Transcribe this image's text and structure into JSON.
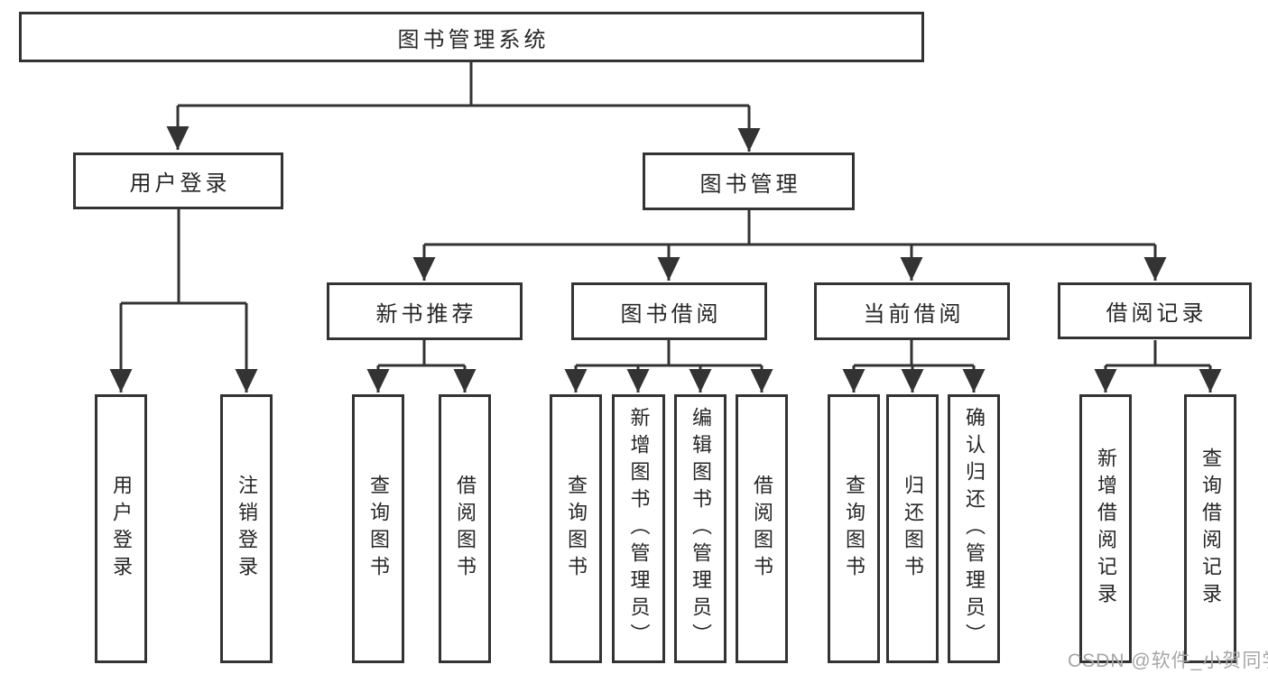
{
  "diagram": {
    "title": "图书管理系统"
  },
  "nodes": {
    "root": {
      "label": "图书管理系统"
    },
    "user_login": {
      "label": "用户登录"
    },
    "book_management": {
      "label": "图书管理"
    },
    "new_book_recommend": {
      "label": "新书推荐"
    },
    "book_borrow": {
      "label": "图书借阅"
    },
    "current_borrow": {
      "label": "当前借阅"
    },
    "borrow_records": {
      "label": "借阅记录"
    },
    "leaf_user_login": {
      "label": "用户登录"
    },
    "leaf_logout": {
      "label": "注销登录"
    },
    "leaf_recommend_query_books": {
      "label": "查询图书"
    },
    "leaf_recommend_borrow_books": {
      "label": "借阅图书"
    },
    "leaf_borrow_query_books": {
      "label": "查询图书"
    },
    "leaf_borrow_add_books": {
      "label": "新增图书（管理员）"
    },
    "leaf_borrow_edit_books": {
      "label": "编辑图书（管理员）"
    },
    "leaf_borrow_borrow_books": {
      "label": "借阅图书"
    },
    "leaf_current_query_books": {
      "label": "查询图书"
    },
    "leaf_current_return_books": {
      "label": "归还图书"
    },
    "leaf_current_confirm_return": {
      "label": "确认归还（管理员）"
    },
    "leaf_records_add_record": {
      "label": "新增借阅记录"
    },
    "leaf_records_query_record": {
      "label": "查询借阅记录"
    }
  },
  "watermark": {
    "text": "CSDN @软件_小贺同学"
  },
  "colors": {
    "line": "#333333",
    "text": "#262626",
    "background": "#ffffff",
    "watermark": "#a6a6a6"
  }
}
